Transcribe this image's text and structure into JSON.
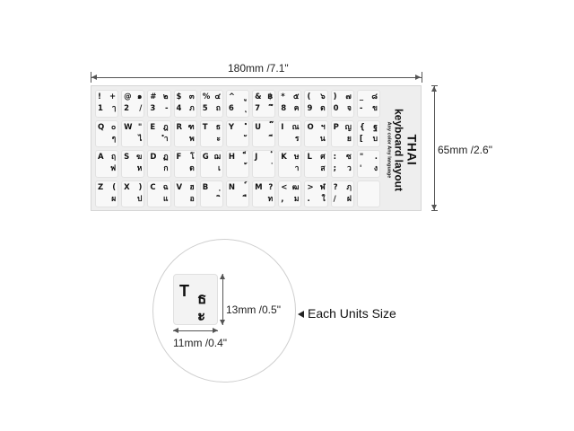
{
  "dimensions": {
    "width_label": "180mm /7.1\"",
    "height_label": "65mm /2.6\""
  },
  "sticker": {
    "language_title": "THAI",
    "layout_title": "keyboard layout",
    "note": "Any color Any language",
    "rows": [
      [
        {
          "tl": "!",
          "tr": "+",
          "bl": "1",
          "br": "ๅ"
        },
        {
          "tl": "@",
          "tr": "๑",
          "bl": "2",
          "br": "/"
        },
        {
          "tl": "#",
          "tr": "๒",
          "bl": "3",
          "br": "-"
        },
        {
          "tl": "$",
          "tr": "๓",
          "bl": "4",
          "br": "ภ"
        },
        {
          "tl": "%",
          "tr": "๔",
          "bl": "5",
          "br": "ถ"
        },
        {
          "tl": "^",
          "tr": "ู",
          "bl": "6",
          "br": "ุ"
        },
        {
          "tl": "&",
          "tr": "฿",
          "bl": "7",
          "br": "ึ"
        },
        {
          "tl": "*",
          "tr": "๕",
          "bl": "8",
          "br": "ค"
        },
        {
          "tl": "(",
          "tr": "๖",
          "bl": "9",
          "br": "ต"
        },
        {
          "tl": ")",
          "tr": "๗",
          "bl": "0",
          "br": "จ"
        },
        {
          "tl": "_",
          "tr": "๘",
          "bl": "-",
          "br": "ข"
        }
      ],
      [
        {
          "tl": "Q",
          "tr": "๐",
          "bl": "",
          "br": "ๆ"
        },
        {
          "tl": "W",
          "tr": "\"",
          "bl": "",
          "br": "ไ"
        },
        {
          "tl": "E",
          "tr": "ฎ",
          "bl": "",
          "br": "ำ"
        },
        {
          "tl": "R",
          "tr": "ฑ",
          "bl": "",
          "br": "พ"
        },
        {
          "tl": "T",
          "tr": "ธ",
          "bl": "",
          "br": "ะ"
        },
        {
          "tl": "Y",
          "tr": "ํ",
          "bl": "",
          "br": "ั"
        },
        {
          "tl": "U",
          "tr": "๊",
          "bl": "",
          "br": "ี"
        },
        {
          "tl": "I",
          "tr": "ณ",
          "bl": "",
          "br": "ร"
        },
        {
          "tl": "O",
          "tr": "ฯ",
          "bl": "",
          "br": "น"
        },
        {
          "tl": "P",
          "tr": "ญ",
          "bl": "",
          "br": "ย"
        },
        {
          "tl": "{",
          "tr": "ฐ",
          "bl": "[",
          "br": "บ"
        }
      ],
      [
        {
          "tl": "A",
          "tr": "ฤ",
          "bl": "",
          "br": "ฟ"
        },
        {
          "tl": "S",
          "tr": "ฆ",
          "bl": "",
          "br": "ห"
        },
        {
          "tl": "D",
          "tr": "ฏ",
          "bl": "",
          "br": "ก"
        },
        {
          "tl": "F",
          "tr": "โ",
          "bl": "",
          "br": "ด"
        },
        {
          "tl": "G",
          "tr": "ฌ",
          "bl": "",
          "br": "เ"
        },
        {
          "tl": "H",
          "tr": "็",
          "bl": "",
          "br": "้"
        },
        {
          "tl": "J",
          "tr": "๋",
          "bl": "",
          "br": "่"
        },
        {
          "tl": "K",
          "tr": "ษ",
          "bl": "",
          "br": "า"
        },
        {
          "tl": "L",
          "tr": "ศ",
          "bl": "",
          "br": "ส"
        },
        {
          "tl": ":",
          "tr": "ซ",
          "bl": ";",
          "br": "ว"
        },
        {
          "tl": "\"",
          "tr": ".",
          "bl": "'",
          "br": "ง"
        }
      ],
      [
        {
          "tl": "Z",
          "tr": "(",
          "bl": "",
          "br": "ผ"
        },
        {
          "tl": "X",
          "tr": ")",
          "bl": "",
          "br": "ป"
        },
        {
          "tl": "C",
          "tr": "ฉ",
          "bl": "",
          "br": "แ"
        },
        {
          "tl": "V",
          "tr": "ฮ",
          "bl": "",
          "br": "อ"
        },
        {
          "tl": "B",
          "tr": "ฺ",
          "bl": "",
          "br": "ิ"
        },
        {
          "tl": "N",
          "tr": "์",
          "bl": "",
          "br": "ื"
        },
        {
          "tl": "M",
          "tr": "?",
          "bl": "",
          "br": "ท"
        },
        {
          "tl": "<",
          "tr": "ฒ",
          "bl": ",",
          "br": "ม"
        },
        {
          "tl": ">",
          "tr": "ฬ",
          "bl": ".",
          "br": "ใ"
        },
        {
          "tl": "?",
          "tr": "ฦ",
          "bl": "/",
          "br": "ฝ"
        },
        {
          "tl": "",
          "tr": "",
          "bl": "",
          "br": ""
        }
      ]
    ]
  },
  "unit": {
    "key_latin": "T",
    "key_thai_upper": "ธ",
    "key_thai_lower": "ะ",
    "height_label": "13mm /0.5\"",
    "width_label": "11mm /0.4\"",
    "caption": "Each Units Size"
  }
}
